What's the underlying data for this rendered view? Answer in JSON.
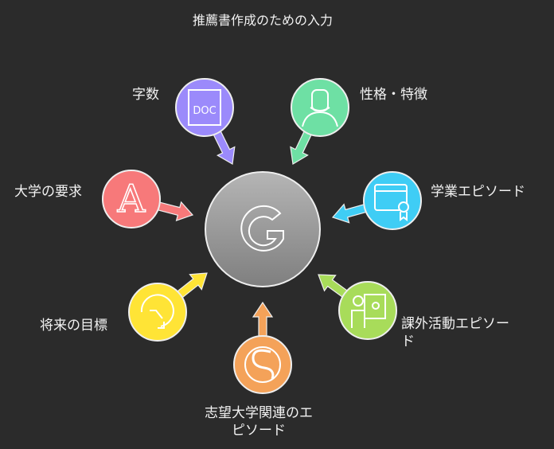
{
  "title": "推薦書作成のための入力",
  "center": {
    "icon": "google-g-icon",
    "color": "#9a9a9a"
  },
  "nodes": [
    {
      "id": "word-count",
      "label": "字数",
      "icon": "doc-icon",
      "color": "#9b8afb"
    },
    {
      "id": "personality",
      "label": "性格・特徴",
      "icon": "person-mustache-icon",
      "color": "#6ee0a4"
    },
    {
      "id": "academic",
      "label": "学業エピソード",
      "icon": "certificate-window-icon",
      "color": "#3fcdf5"
    },
    {
      "id": "extracurricular",
      "label": "課外活動エピソード",
      "icon": "badminton-coach-icon",
      "color": "#a8dc5a"
    },
    {
      "id": "university-related",
      "label": "志望大学関連のエピソード",
      "icon": "swirl-icon",
      "color": "#f4a259"
    },
    {
      "id": "future-goals",
      "label": "将来の目標",
      "icon": "circular-arrow-icon",
      "color": "#ffe436"
    },
    {
      "id": "university-requirements",
      "label": "大学の要求",
      "icon": "letter-a-icon",
      "color": "#f7797a"
    }
  ]
}
